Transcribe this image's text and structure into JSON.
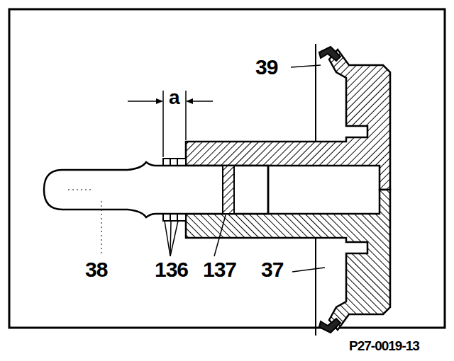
{
  "diagram": {
    "labels": [
      "39",
      "a",
      "38",
      "136",
      "137",
      "37",
      "P27-0019-13"
    ]
  }
}
